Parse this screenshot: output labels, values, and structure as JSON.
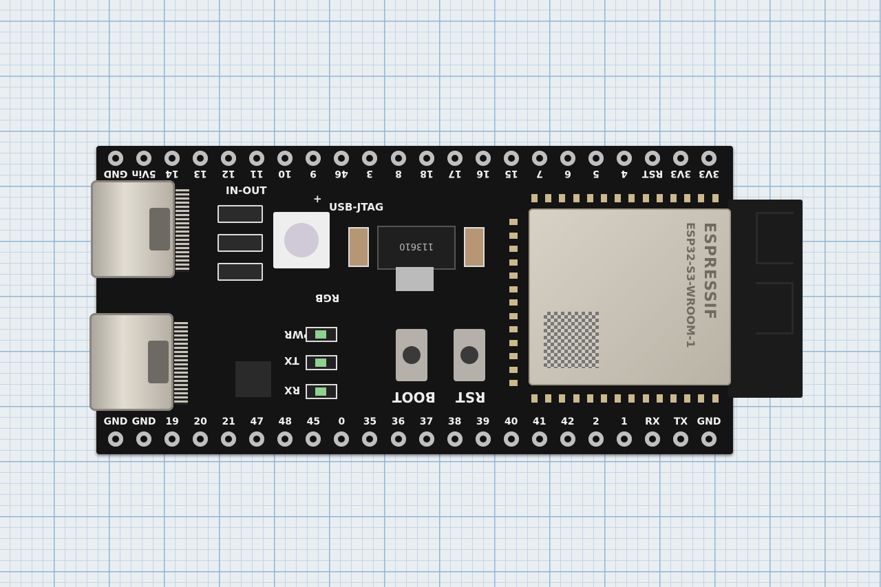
{
  "board": {
    "top_pins": [
      "GND",
      "5Vin",
      "14",
      "13",
      "12",
      "11",
      "10",
      "9",
      "46",
      "3",
      "8",
      "18",
      "17",
      "16",
      "15",
      "7",
      "6",
      "5",
      "4",
      "RST",
      "3V3",
      "3V3"
    ],
    "bottom_pins": [
      "GND",
      "GND",
      "19",
      "20",
      "21",
      "47",
      "48",
      "45",
      "0",
      "35",
      "36",
      "37",
      "38",
      "39",
      "40",
      "41",
      "42",
      "2",
      "1",
      "RX",
      "TX",
      "GND"
    ],
    "silkscreen": {
      "in_out": "IN-OUT",
      "usb_jtag": "USB-JTAG",
      "plus": "+",
      "rgb": "RGB",
      "pwr": "PWR",
      "tx": "TX",
      "rx": "RX",
      "boot": "BOOT",
      "rst": "RST"
    },
    "regulator_marking": "113610",
    "module": {
      "brand": "ESPRESSIF",
      "model": "ESP32-S3-WROOM-1"
    },
    "colors": {
      "pcb": "#141414",
      "grid_major": "#8fb6d6",
      "shield": "#c9c3b6"
    }
  }
}
